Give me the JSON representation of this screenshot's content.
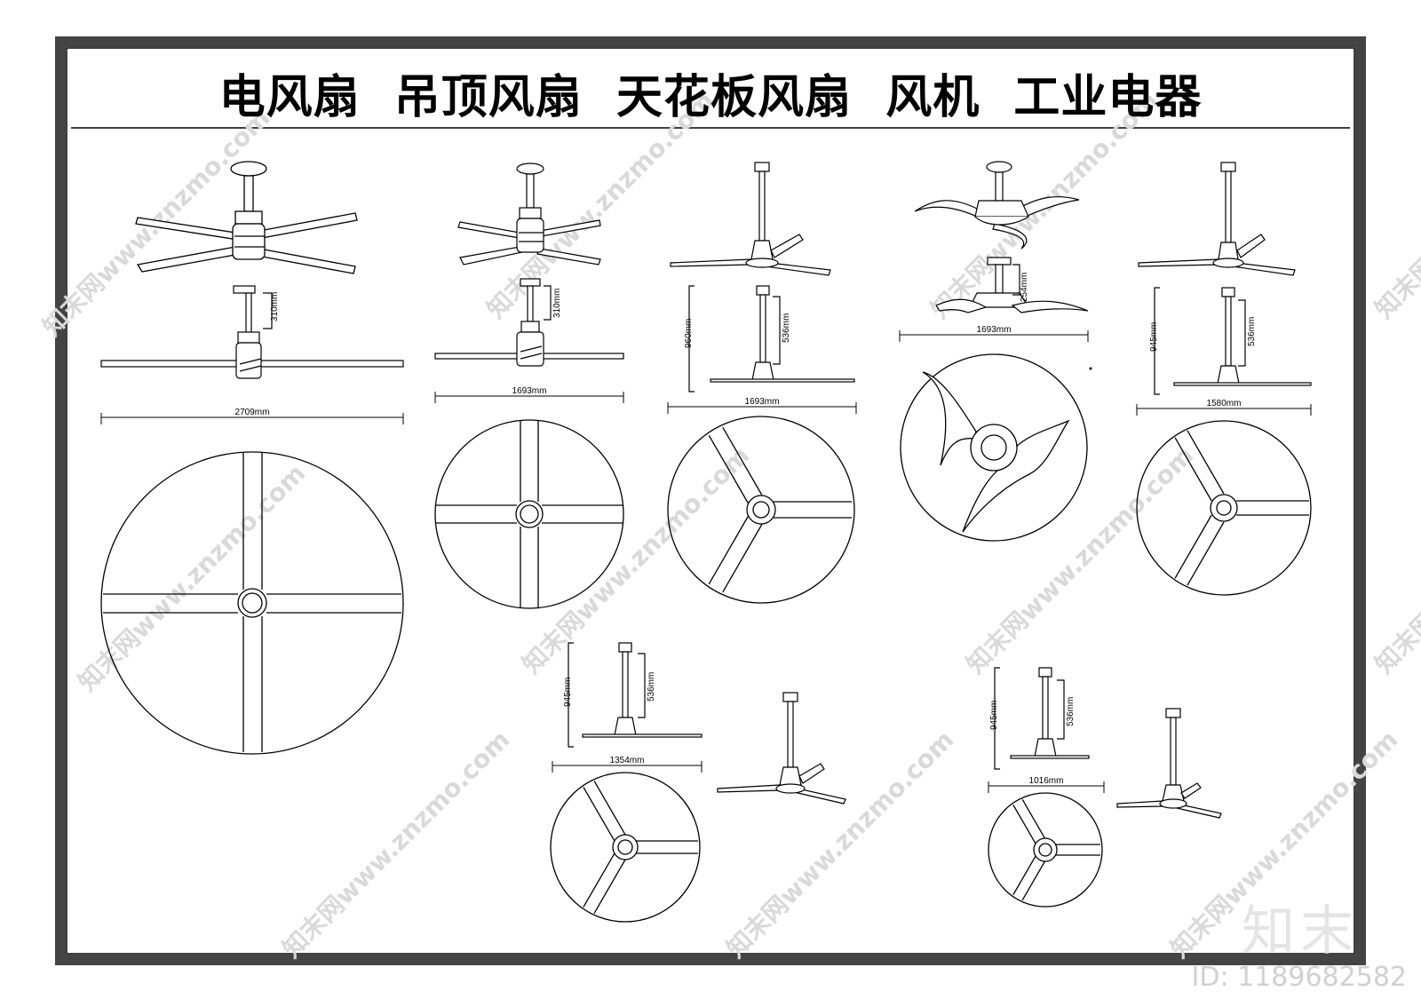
{
  "title": "电风扇  吊顶风扇  天花板风扇  风机  工业电器",
  "dimensions": {
    "fan1_height": "310mm",
    "fan1_width": "2709mm",
    "fan2_height": "310mm",
    "fan2_width": "1693mm",
    "fan3_total": "960mm",
    "fan3_rod": "536mm",
    "fan3_width": "1693mm",
    "fan4_height": "254mm",
    "fan4_width": "1693mm",
    "fan5_total": "945mm",
    "fan5_rod": "536mm",
    "fan5_width": "1580mm",
    "fan6_total": "945mm",
    "fan6_rod": "536mm",
    "fan6_width": "1354mm",
    "fan7_total": "945mm",
    "fan7_rod": "536mm",
    "fan7_width": "1016mm"
  },
  "watermark": {
    "text": "知末网www.znzmo.com",
    "brand": "知末",
    "id": "ID: 1189682582"
  }
}
